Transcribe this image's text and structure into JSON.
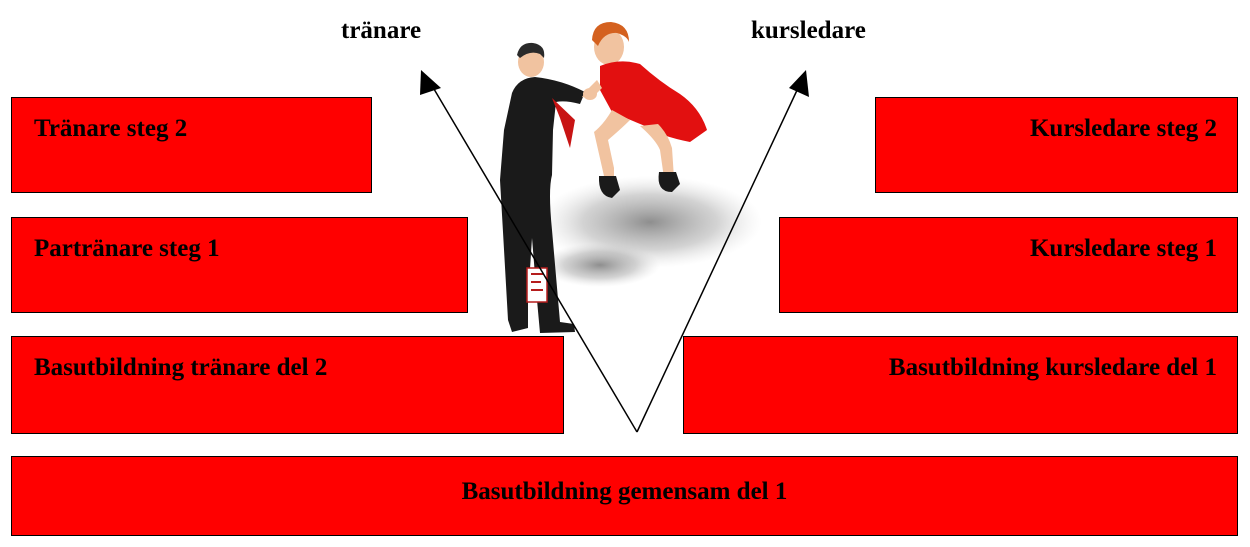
{
  "labels": {
    "trainer_path": "tränare",
    "course_leader_path": "kursledare"
  },
  "boxes": {
    "tranare_steg_2": "Tränare steg 2",
    "partranare_steg_1": "Partränare steg 1",
    "basutbildning_tranare_del_2": "Basutbildning tränare del 2",
    "kursledare_steg_2": "Kursledare steg 2",
    "kursledare_steg_1": "Kursledare steg 1",
    "basutbildning_kursledare_del_1": "Basutbildning kursledare del 1",
    "basutbildning_gemensam_del_1": "Basutbildning gemensam del 1"
  },
  "colors": {
    "box_fill": "#ff0000",
    "box_border": "#000000",
    "arrow": "#000000",
    "dancer_suit": "#1a1a1a",
    "dancer_dress": "#e21010",
    "skin": "#f1c3a0",
    "hair": "#d4611f"
  },
  "illustration": "dancing-couple-image"
}
